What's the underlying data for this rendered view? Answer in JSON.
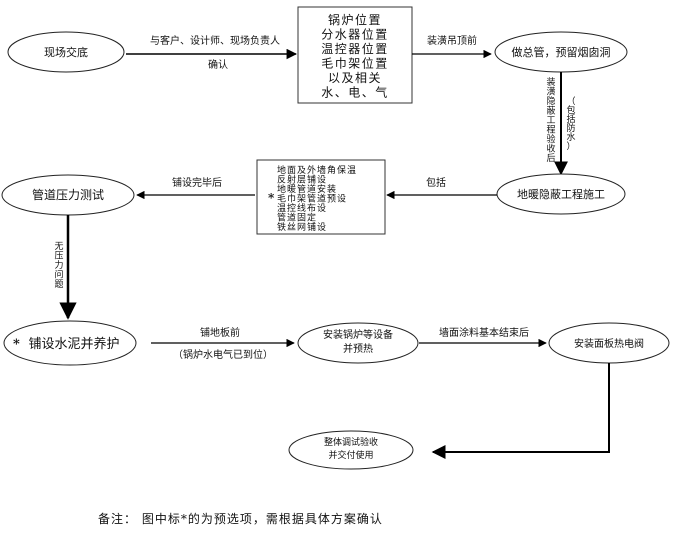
{
  "nodes": {
    "site_briefing": "现场交底",
    "location_box": [
      "锅炉位置",
      "分水器位置",
      "温控器位置",
      "毛巾架位置",
      "以及相关",
      "水、电、气"
    ],
    "main_pipe": "做总管，预留烟囱洞",
    "pressure_test": "管道压力测试",
    "underfloor_box": [
      "地面及外墙角保温",
      "反射层铺设",
      "地暖管道安装",
      "毛巾架管道预设",
      "温控线布设",
      "管道固定",
      "铁丝网铺设"
    ],
    "underfloor_box_star": "*",
    "underfloor_construction": "地暖隐蔽工程施工",
    "cement_star": "*",
    "cement": "铺设水泥并养护",
    "boiler_install": [
      "安装锅炉等设备",
      "并预热"
    ],
    "panel_install": "安装面板热电阀",
    "final_test": [
      "整体调试验收",
      "并交付使用"
    ]
  },
  "edges": {
    "e1_top": "与客户、设计师、现场负责人",
    "e1_bottom": "确认",
    "e2": "装潢吊顶前",
    "e3_main": [
      "装",
      "潢",
      "隐",
      "蔽",
      "工",
      "程",
      "验",
      "收",
      "后"
    ],
    "e3_paren": [
      "（",
      "包",
      "括",
      "防",
      "水",
      "）"
    ],
    "e4": "包括",
    "e5": "铺设完毕后",
    "e6": [
      "无",
      "压",
      "力",
      "问",
      "题"
    ],
    "e7_top": "铺地板前",
    "e7_bottom": "（锅炉水电气已到位）",
    "e8": "墙面涂料基本结束后"
  },
  "note": "备注：  图中标*的为预选项，需根据具体方案确认"
}
